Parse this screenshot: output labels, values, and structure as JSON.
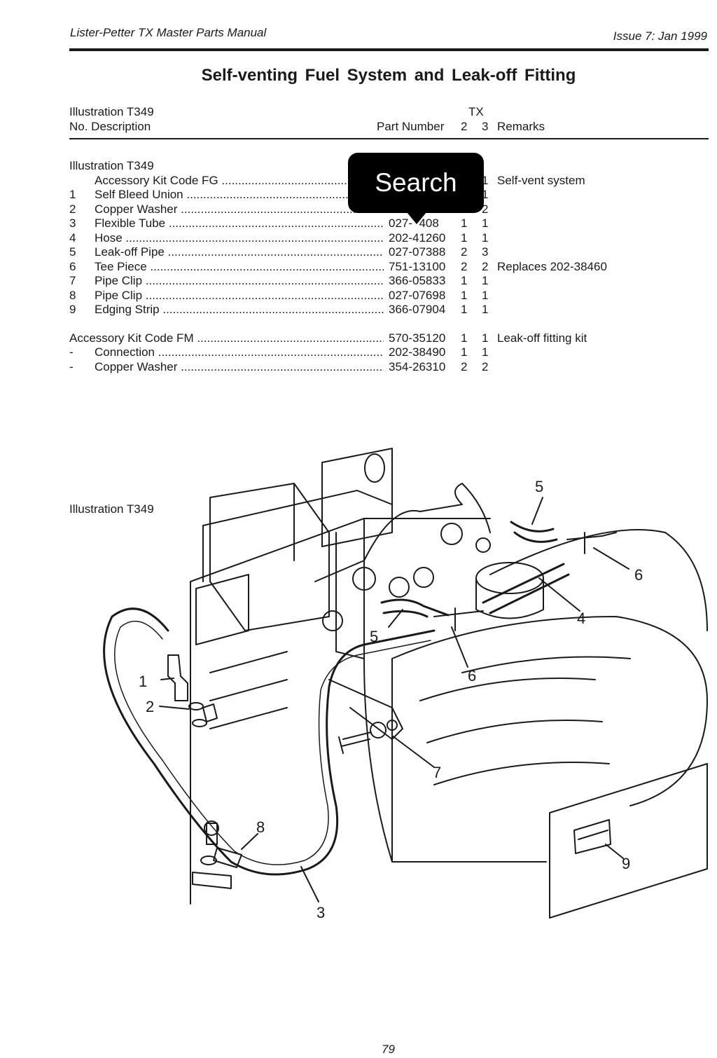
{
  "header": {
    "left": "Lister-Petter TX Master Parts Manual",
    "right": "Issue 7: Jan 1999"
  },
  "title": "Self-venting Fuel System and Leak-off Fitting",
  "column_header": {
    "illustration": "Illustration T349",
    "model": "TX",
    "no_desc": "No.  Description",
    "part_number": "Part Number",
    "q2": "2",
    "q3": "3",
    "remarks": "Remarks"
  },
  "section1_label": "Illustration T349",
  "rows": [
    {
      "no": "",
      "desc": "Accessory Kit Code FG",
      "pn": "",
      "q2": "",
      "q3": "1",
      "rem": "Self-vent system"
    },
    {
      "no": "1",
      "desc": "Self Bleed Union",
      "pn": "",
      "q2": "",
      "q3": "1",
      "rem": ""
    },
    {
      "no": "2",
      "desc": "Copper Washer",
      "pn": "",
      "q2": "",
      "q3": "2",
      "rem": ""
    },
    {
      "no": "3",
      "desc": "Flexible Tube",
      "pn": "027-  408",
      "q2": "1",
      "q3": "1",
      "rem": ""
    },
    {
      "no": "4",
      "desc": "Hose",
      "pn": "202-41260",
      "q2": "1",
      "q3": "1",
      "rem": ""
    },
    {
      "no": "5",
      "desc": "Leak-off Pipe",
      "pn": "027-07388",
      "q2": "2",
      "q3": "3",
      "rem": ""
    },
    {
      "no": "6",
      "desc": "Tee Piece",
      "pn": "751-13100",
      "q2": "2",
      "q3": "2",
      "rem": "Replaces 202-38460"
    },
    {
      "no": "7",
      "desc": "Pipe Clip",
      "pn": "366-05833",
      "q2": "1",
      "q3": "1",
      "rem": ""
    },
    {
      "no": "8",
      "desc": "Pipe Clip",
      "pn": "027-07698",
      "q2": "1",
      "q3": "1",
      "rem": ""
    },
    {
      "no": "9",
      "desc": "Edging Strip",
      "pn": "366-07904",
      "q2": "1",
      "q3": "1",
      "rem": ""
    }
  ],
  "rows2": [
    {
      "no": "",
      "desc": "Accessory Kit Code FM",
      "pn": "570-35120",
      "q2": "1",
      "q3": "1",
      "rem": "Leak-off fitting kit"
    },
    {
      "no": "-",
      "desc": "Connection",
      "pn": "202-38490",
      "q2": "1",
      "q3": "1",
      "rem": ""
    },
    {
      "no": "-",
      "desc": "Copper Washer",
      "pn": "354-26310",
      "q2": "2",
      "q3": "2",
      "rem": ""
    }
  ],
  "search_popup": {
    "label": "Search"
  },
  "illustration_label": "Illustration T349",
  "callouts": [
    "1",
    "2",
    "3",
    "4",
    "5",
    "5",
    "6",
    "6",
    "7",
    "8",
    "9"
  ],
  "page_number": "79"
}
